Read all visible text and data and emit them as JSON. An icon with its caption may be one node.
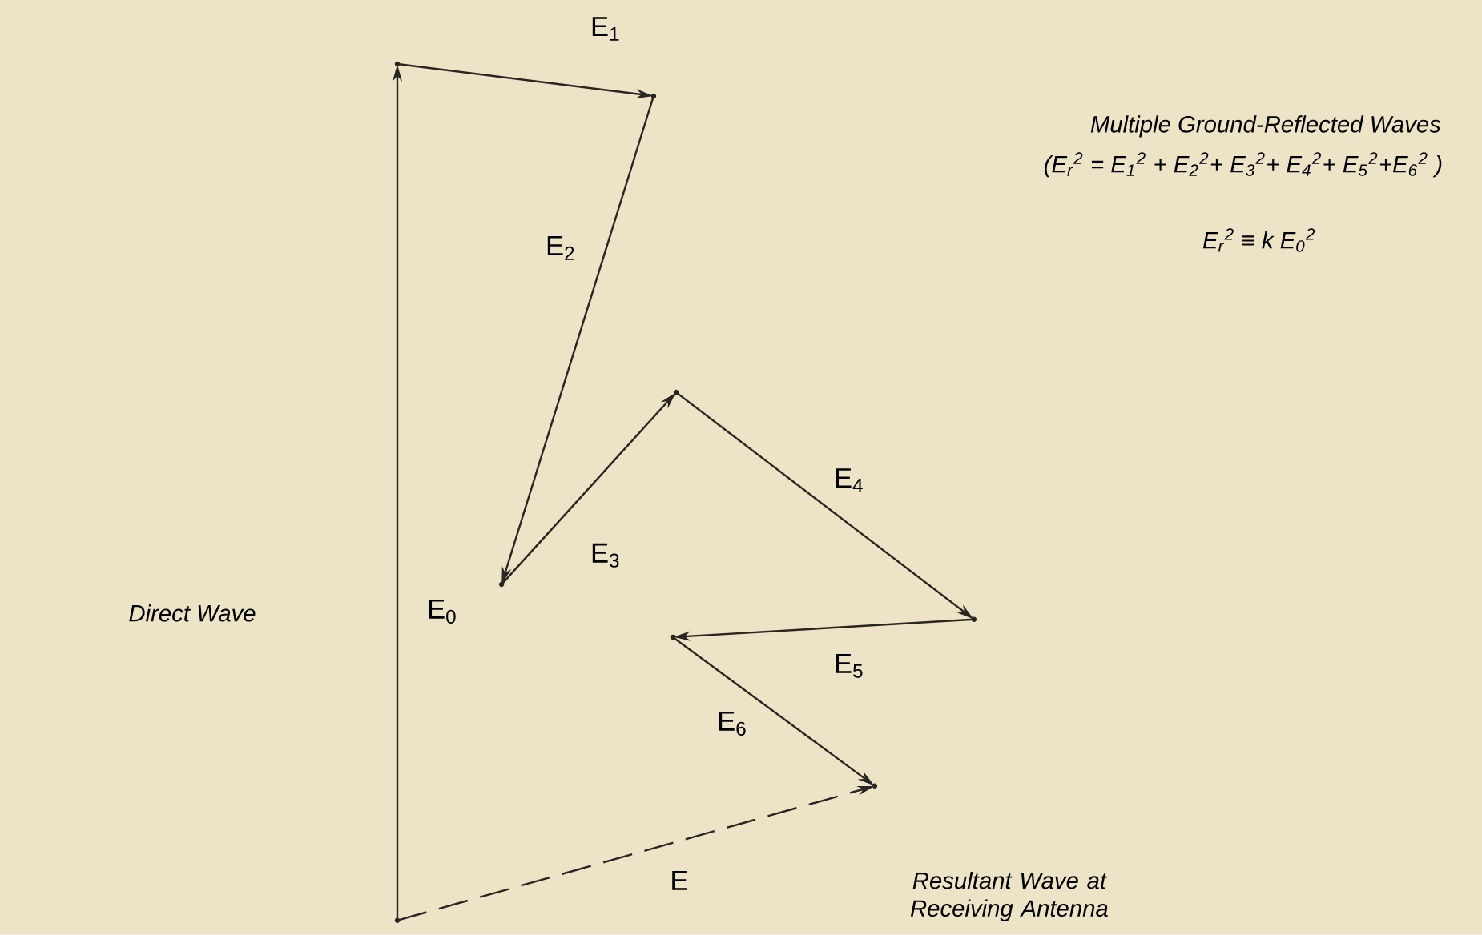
{
  "diagram": {
    "nodes": [
      {
        "text": [],
        "shape": "point"
      },
      {
        "text": [],
        "shape": "point"
      },
      {
        "text": [],
        "shape": "point"
      },
      {
        "text": [],
        "shape": "point"
      },
      {
        "text": [],
        "shape": "point"
      },
      {
        "text": [],
        "shape": "point"
      },
      {
        "text": [],
        "shape": "point"
      },
      {
        "text": [],
        "shape": "point"
      }
    ],
    "edges": [
      {
        "from": 0,
        "to": 1,
        "arrow": "to",
        "label": "E$_{0}$"
      },
      {
        "from": 1,
        "to": 2,
        "arrow": "to",
        "label": "E$_{1}$"
      },
      {
        "from": 2,
        "to": 3,
        "arrow": "to",
        "label": "E$_{2}$"
      },
      {
        "from": 3,
        "to": 4,
        "arrow": "to",
        "label": "E$_{3}$"
      },
      {
        "from": 4,
        "to": 5,
        "arrow": "to",
        "label": "E$_{4}$"
      },
      {
        "from": 5,
        "to": 6,
        "arrow": "to",
        "label": "E$_{5}$"
      },
      {
        "from": 6,
        "to": 7,
        "arrow": "to",
        "label": "E$_{6}$"
      },
      {
        "from": 0,
        "to": 7,
        "arrow": "to",
        "label": "E",
        "style": "dashed"
      }
    ],
    "labels": [
      "Multiple Ground-Reflected Waves",
      "(E$_{r}$$^{2}$ = E$_{1}$$^{2}$ + E$_{2}$$^{2}$+ E$_{3}$$^{2}$+ E$_{4}$$^{2}$+ E$_{5}$$^{2}$+E$_{6}$$^{2}$ )",
      "E$_{r}$$^{2}$ ≡ k E$_{0}$$^{2}$",
      "Direct Wave",
      "Resultant Wave at Receiving Antenna"
    ]
  }
}
